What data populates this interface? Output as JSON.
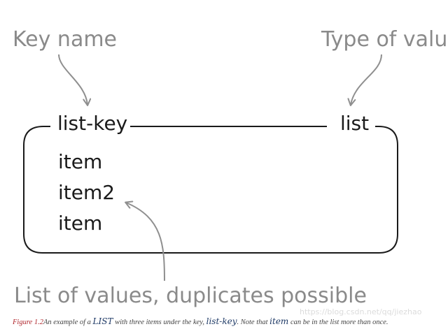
{
  "annotations": {
    "key_name": "Key name",
    "type_of_value": "Type of value",
    "list_of_values": "List of values, duplicates possible"
  },
  "box": {
    "key": "list-key",
    "type": "list",
    "items": [
      "item",
      "item2",
      "item"
    ]
  },
  "caption": {
    "figure_label": "Figure 1.2",
    "text_1": "An example of a ",
    "code_1": "LIST",
    "text_2": " with three items under the key, ",
    "code_2": "list-key",
    "text_3": ". Note that ",
    "code_3": "item",
    "text_4": " can be in the list more than once."
  },
  "watermark": "https://blog.csdn.net/qq/jiezhao",
  "colors": {
    "annotation": "#8a8a8a",
    "box_stroke": "#1a1a1a",
    "arrow": "#8f8f8f",
    "figure_label": "#b0272d"
  }
}
